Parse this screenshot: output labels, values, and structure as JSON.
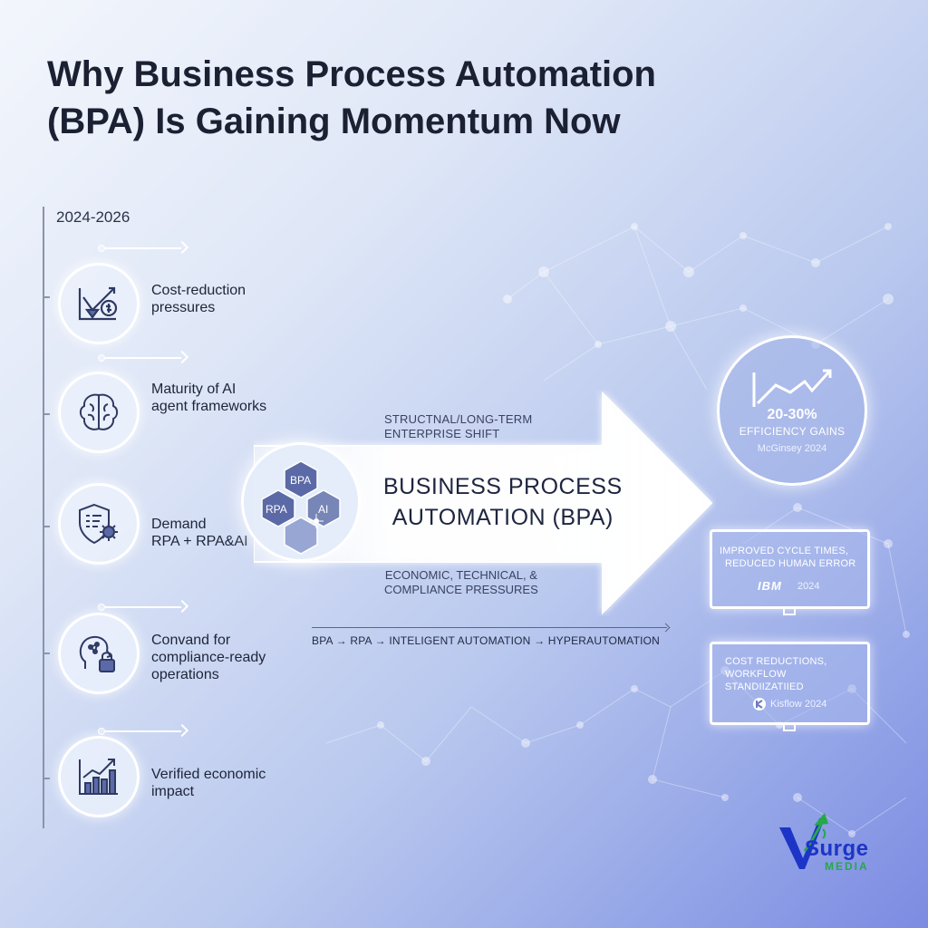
{
  "title": {
    "line1": "Why Business Process Automation",
    "line2": "(BPA) Is Gaining Momentum Now"
  },
  "timeline": {
    "period": "2024-2026",
    "drivers": [
      {
        "icon": "cost-chart-icon",
        "line1": "Cost-reduction",
        "line2": "pressures"
      },
      {
        "icon": "brain-icon",
        "line1": "Maturity of AI",
        "line2": "agent frameworks"
      },
      {
        "icon": "shield-gear-icon",
        "line1": "Demand",
        "line2": "RPA + RPA&AI"
      },
      {
        "icon": "head-lock-icon",
        "line1": "Convand for",
        "line2": "compliance-ready",
        "line3": "operations"
      },
      {
        "icon": "bar-growth-icon",
        "line1": "Verified economic",
        "line2": "impact"
      }
    ]
  },
  "center": {
    "top_text_line1": "STRUCTNAL/LONG-TERM",
    "top_text_line2": "ENTERPRISE SHIFT",
    "title_line1": "BUSINESS PROCESS",
    "title_line2": "AUTOMATION (BPA)",
    "bottom_text_line1": "ECONOMIC, TECHNICAL, &",
    "bottom_text_line2": "COMPLIANCE PRESSURES",
    "hexes": {
      "top": "BPA",
      "left": "RPA",
      "right": "AI"
    },
    "evolution": "BPA → RPA → INTELIGENT AUTOMATION → HYPERAUTOMATION"
  },
  "stats": {
    "circle": {
      "value": "20-30%",
      "label": "EFFICIENCY GAINS",
      "source": "McGinsey 2024"
    },
    "monitor1": {
      "line1": "IMPROVED CYCLE TIMES,",
      "line2": "REDUCED HUMAN ERROR",
      "brand": "IBM",
      "source": "2024"
    },
    "monitor2": {
      "line1": "COST REDUCTIONS,",
      "line2": "WORKFLOW",
      "line3": "STANDIIZATIIED",
      "source": "Kisflow 2024"
    }
  },
  "logo": {
    "surge": "Surge",
    "media": "MEDIA"
  },
  "colors": {
    "accent_blue": "#5a6aa8",
    "hex_fill": "#5b6aa6",
    "logo_blue": "#1d35c6",
    "logo_green": "#26a84a"
  }
}
